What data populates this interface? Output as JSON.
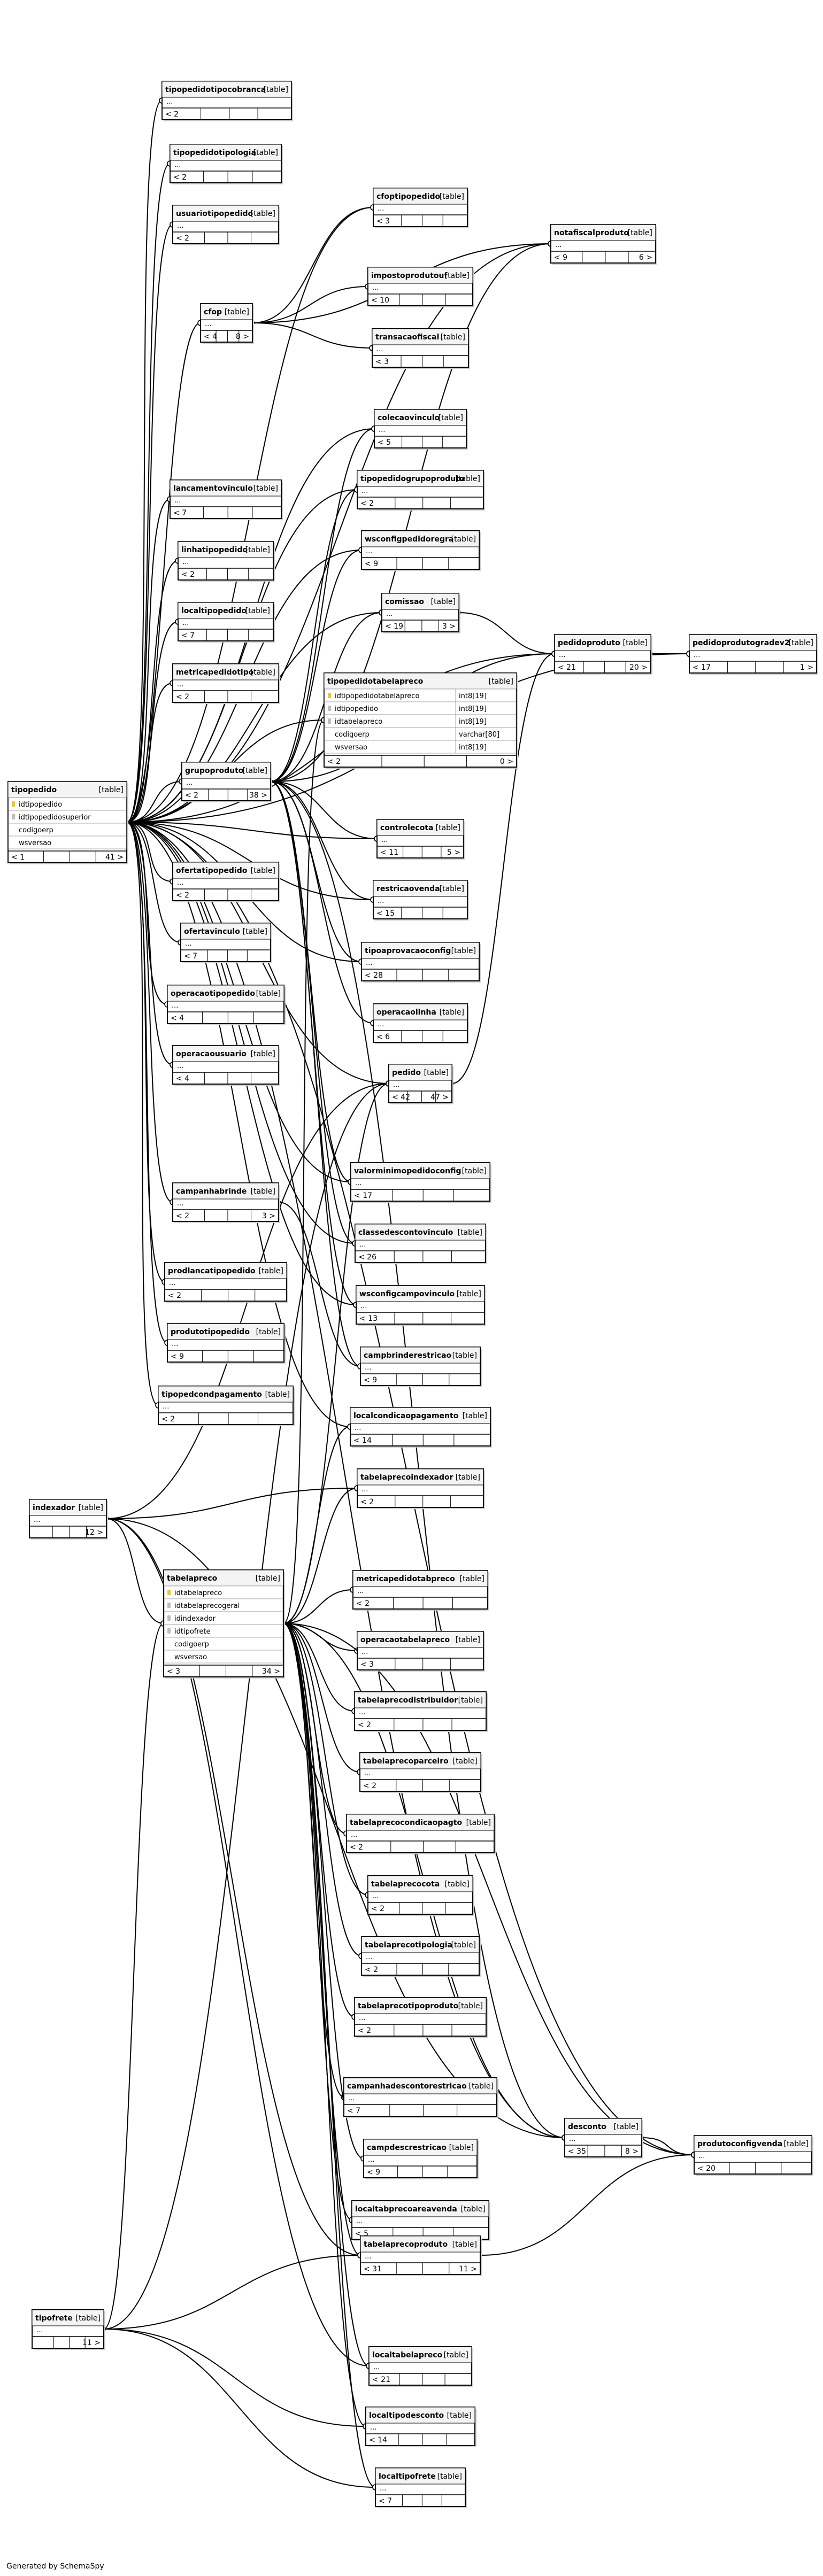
{
  "diagram": {
    "footer": "Generated by SchemaSpy",
    "table_tag": "[table]",
    "tables": [
      {
        "id": "tipopedidotipocobranca",
        "name": "tipopedidotipocobranca",
        "parents": "< 2",
        "children": "",
        "columns": []
      },
      {
        "id": "tipopedidotipologia",
        "name": "tipopedidotipologia",
        "parents": "< 2",
        "children": "",
        "columns": []
      },
      {
        "id": "usuariotipopedido",
        "name": "usuariotipopedido",
        "parents": "< 2",
        "children": "",
        "columns": []
      },
      {
        "id": "cfop",
        "name": "cfop",
        "parents": "< 4",
        "children": "8 >",
        "columns": []
      },
      {
        "id": "cfoptipopedido",
        "name": "cfoptipopedido",
        "parents": "< 3",
        "children": "",
        "columns": []
      },
      {
        "id": "impostoprodutouf",
        "name": "impostoprodutouf",
        "parents": "< 10",
        "children": "",
        "columns": []
      },
      {
        "id": "transacaofiscal",
        "name": "transacaofiscal",
        "parents": "< 3",
        "children": "",
        "columns": []
      },
      {
        "id": "notafiscalproduto",
        "name": "notafiscalproduto",
        "parents": "< 9",
        "children": "6 >",
        "columns": []
      },
      {
        "id": "colecaovinculo",
        "name": "colecaovinculo",
        "parents": "< 5",
        "children": "",
        "columns": []
      },
      {
        "id": "tipopedidogrupoproduto",
        "name": "tipopedidogrupoproduto",
        "parents": "< 2",
        "children": "",
        "columns": []
      },
      {
        "id": "lancamentovinculo",
        "name": "lancamentovinculo",
        "parents": "< 7",
        "children": "",
        "columns": []
      },
      {
        "id": "wsconfigpedidoregra",
        "name": "wsconfigpedidoregra",
        "parents": "< 9",
        "children": "",
        "columns": []
      },
      {
        "id": "linhatipopedido",
        "name": "linhatipopedido",
        "parents": "< 2",
        "children": "",
        "columns": []
      },
      {
        "id": "comissao",
        "name": "comissao",
        "parents": "< 19",
        "children": "3 >",
        "columns": []
      },
      {
        "id": "localtipopedido",
        "name": "localtipopedido",
        "parents": "< 7",
        "children": "",
        "columns": []
      },
      {
        "id": "pedidoproduto",
        "name": "pedidoproduto",
        "parents": "< 21",
        "children": "20 >",
        "columns": []
      },
      {
        "id": "pedidoprodutogradev2",
        "name": "pedidoprodutogradev2",
        "parents": "< 17",
        "children": "1 >",
        "columns": []
      },
      {
        "id": "metricapedidotipo",
        "name": "metricapedidotipo",
        "parents": "< 2",
        "children": "",
        "columns": []
      },
      {
        "id": "tipopedidotabelapreco",
        "name": "tipopedidotabelapreco",
        "parents": "< 2",
        "children": "0 >",
        "columns": [
          {
            "name": "idtipopedidotabelapreco",
            "type": "int8[19]",
            "key": "pk"
          },
          {
            "name": "idtipopedido",
            "type": "int8[19]",
            "key": "fk"
          },
          {
            "name": "idtabelapreco",
            "type": "int8[19]",
            "key": "fk"
          },
          {
            "name": "codigoerp",
            "type": "varchar[80]",
            "key": ""
          },
          {
            "name": "wsversao",
            "type": "int8[19]",
            "key": ""
          }
        ]
      },
      {
        "id": "tipopedido",
        "name": "tipopedido",
        "parents": "< 1",
        "children": "41 >",
        "columns": [
          {
            "name": "idtipopedido",
            "type": "",
            "key": "pk"
          },
          {
            "name": "idtipopedidosuperior",
            "type": "",
            "key": "fk"
          },
          {
            "name": "codigoerp",
            "type": "",
            "key": ""
          },
          {
            "name": "wsversao",
            "type": "",
            "key": ""
          }
        ]
      },
      {
        "id": "grupoproduto",
        "name": "grupoproduto",
        "parents": "< 2",
        "children": "38 >",
        "columns": []
      },
      {
        "id": "controlecota",
        "name": "controlecota",
        "parents": "< 11",
        "children": "5 >",
        "columns": []
      },
      {
        "id": "ofertatipopedido",
        "name": "ofertatipopedido",
        "parents": "< 2",
        "children": "",
        "columns": []
      },
      {
        "id": "restricaovenda",
        "name": "restricaovenda",
        "parents": "< 15",
        "children": "",
        "columns": []
      },
      {
        "id": "ofertavinculo",
        "name": "ofertavinculo",
        "parents": "< 7",
        "children": "",
        "columns": []
      },
      {
        "id": "tipoaprovacaoconfig",
        "name": "tipoaprovacaoconfig",
        "parents": "< 28",
        "children": "",
        "columns": []
      },
      {
        "id": "operacaotipopedido",
        "name": "operacaotipopedido",
        "parents": "< 4",
        "children": "",
        "columns": []
      },
      {
        "id": "operacaolinha",
        "name": "operacaolinha",
        "parents": "< 6",
        "children": "",
        "columns": []
      },
      {
        "id": "operacaousuario",
        "name": "operacaousuario",
        "parents": "< 4",
        "children": "",
        "columns": []
      },
      {
        "id": "pedido",
        "name": "pedido",
        "parents": "< 42",
        "children": "47 >",
        "columns": []
      },
      {
        "id": "valorminimopedidoconfig",
        "name": "valorminimopedidoconfig",
        "parents": "< 17",
        "children": "",
        "columns": []
      },
      {
        "id": "campanhabrinde",
        "name": "campanhabrinde",
        "parents": "< 2",
        "children": "3 >",
        "columns": []
      },
      {
        "id": "classedescontovinculo",
        "name": "classedescontovinculo",
        "parents": "< 26",
        "children": "",
        "columns": []
      },
      {
        "id": "prodlancatipopedido",
        "name": "prodlancatipopedido",
        "parents": "< 2",
        "children": "",
        "columns": []
      },
      {
        "id": "wsconfigcampovinculo",
        "name": "wsconfigcampovinculo",
        "parents": "< 13",
        "children": "",
        "columns": []
      },
      {
        "id": "produtotipopedido",
        "name": "produtotipopedido",
        "parents": "< 9",
        "children": "",
        "columns": []
      },
      {
        "id": "campbrinderestricao",
        "name": "campbrinderestricao",
        "parents": "< 9",
        "children": "",
        "columns": []
      },
      {
        "id": "tipopedcondpagamento",
        "name": "tipopedcondpagamento",
        "parents": "< 2",
        "children": "",
        "columns": []
      },
      {
        "id": "localcondicaopagamento",
        "name": "localcondicaopagamento",
        "parents": "< 14",
        "children": "",
        "columns": []
      },
      {
        "id": "tabelaprecoindexador",
        "name": "tabelaprecoindexador",
        "parents": "< 2",
        "children": "",
        "columns": []
      },
      {
        "id": "indexador",
        "name": "indexador",
        "parents": "",
        "children": "12 >",
        "columns": []
      },
      {
        "id": "tabelapreco",
        "name": "tabelapreco",
        "parents": "< 3",
        "children": "34 >",
        "columns": [
          {
            "name": "idtabelapreco",
            "type": "",
            "key": "pk"
          },
          {
            "name": "idtabelaprecogeral",
            "type": "",
            "key": "fk"
          },
          {
            "name": "idindexador",
            "type": "",
            "key": "fk"
          },
          {
            "name": "idtipofrete",
            "type": "",
            "key": "fk"
          },
          {
            "name": "codigoerp",
            "type": "",
            "key": ""
          },
          {
            "name": "wsversao",
            "type": "",
            "key": ""
          }
        ]
      },
      {
        "id": "metricapedidotabpreco",
        "name": "metricapedidotabpreco",
        "parents": "< 2",
        "children": "",
        "columns": []
      },
      {
        "id": "operacaotabelapreco",
        "name": "operacaotabelapreco",
        "parents": "< 3",
        "children": "",
        "columns": []
      },
      {
        "id": "tabelaprecodistribuidor",
        "name": "tabelaprecodistribuidor",
        "parents": "< 2",
        "children": "",
        "columns": []
      },
      {
        "id": "tabelaprecoparceiro",
        "name": "tabelaprecoparceiro",
        "parents": "< 2",
        "children": "",
        "columns": []
      },
      {
        "id": "tabelaprecocondicaopagto",
        "name": "tabelaprecocondicaopagto",
        "parents": "< 2",
        "children": "",
        "columns": []
      },
      {
        "id": "tabelaprecocota",
        "name": "tabelaprecocota",
        "parents": "< 2",
        "children": "",
        "columns": []
      },
      {
        "id": "tabelaprecotipologia",
        "name": "tabelaprecotipologia",
        "parents": "< 2",
        "children": "",
        "columns": []
      },
      {
        "id": "tabelaprecotipoproduto",
        "name": "tabelaprecotipoproduto",
        "parents": "< 2",
        "children": "",
        "columns": []
      },
      {
        "id": "campanhadescontorestricao",
        "name": "campanhadescontorestricao",
        "parents": "< 7",
        "children": "",
        "columns": []
      },
      {
        "id": "desconto",
        "name": "desconto",
        "parents": "< 35",
        "children": "8 >",
        "columns": []
      },
      {
        "id": "campdescrestricao",
        "name": "campdescrestricao",
        "parents": "< 9",
        "children": "",
        "columns": []
      },
      {
        "id": "produtoconfigvenda",
        "name": "produtoconfigvenda",
        "parents": "< 20",
        "children": "",
        "columns": []
      },
      {
        "id": "localtabprecoareavenda",
        "name": "localtabprecoareavenda",
        "parents": "< 5",
        "children": "",
        "columns": []
      },
      {
        "id": "tipofrete",
        "name": "tipofrete",
        "parents": "",
        "children": "11 >",
        "columns": []
      },
      {
        "id": "tabelaprecoproduto",
        "name": "tabelaprecoproduto",
        "parents": "< 31",
        "children": "11 >",
        "columns": []
      },
      {
        "id": "localtabelapreco",
        "name": "localtabelapreco",
        "parents": "< 21",
        "children": "",
        "columns": []
      },
      {
        "id": "localtipodesconto",
        "name": "localtipodesconto",
        "parents": "< 14",
        "children": "",
        "columns": []
      },
      {
        "id": "localtipofrete",
        "name": "localtipofrete",
        "parents": "< 7",
        "children": "",
        "columns": []
      }
    ],
    "relationships": [
      [
        "tipopedidotipocobranca",
        "tipopedido"
      ],
      [
        "tipopedidotipologia",
        "tipopedido"
      ],
      [
        "usuariotipopedido",
        "tipopedido"
      ],
      [
        "cfop",
        "tipopedido"
      ],
      [
        "cfoptipopedido",
        "tipopedido"
      ],
      [
        "cfoptipopedido",
        "cfop"
      ],
      [
        "impostoprodutouf",
        "cfop"
      ],
      [
        "transacaofiscal",
        "cfop"
      ],
      [
        "notafiscalproduto",
        "cfop"
      ],
      [
        "notafiscalproduto",
        "tipopedido"
      ],
      [
        "notafiscalproduto",
        "grupoproduto"
      ],
      [
        "colecaovinculo",
        "tipopedido"
      ],
      [
        "colecaovinculo",
        "grupoproduto"
      ],
      [
        "tipopedidogrupoproduto",
        "tipopedido"
      ],
      [
        "tipopedidogrupoproduto",
        "grupoproduto"
      ],
      [
        "lancamentovinculo",
        "tipopedido"
      ],
      [
        "wsconfigpedidoregra",
        "tipopedido"
      ],
      [
        "wsconfigpedidoregra",
        "grupoproduto"
      ],
      [
        "linhatipopedido",
        "tipopedido"
      ],
      [
        "comissao",
        "tipopedido"
      ],
      [
        "comissao",
        "grupoproduto"
      ],
      [
        "localtipopedido",
        "tipopedido"
      ],
      [
        "pedidoproduto",
        "pedido"
      ],
      [
        "pedidoproduto",
        "comissao"
      ],
      [
        "pedidoproduto",
        "grupoproduto"
      ],
      [
        "pedidoproduto",
        "tipopedido"
      ],
      [
        "pedidoprodutogradev2",
        "pedidoproduto"
      ],
      [
        "pedidoprodutogradev2",
        "tipopedido"
      ],
      [
        "metricapedidotipo",
        "tipopedido"
      ],
      [
        "tipopedidotabelapreco",
        "tipopedido"
      ],
      [
        "tipopedidotabelapreco",
        "tabelapreco"
      ],
      [
        "grupoproduto",
        "tipopedido"
      ],
      [
        "controlecota",
        "tipopedido"
      ],
      [
        "controlecota",
        "grupoproduto"
      ],
      [
        "ofertatipopedido",
        "tipopedido"
      ],
      [
        "restricaovenda",
        "tipopedido"
      ],
      [
        "restricaovenda",
        "grupoproduto"
      ],
      [
        "ofertavinculo",
        "tipopedido"
      ],
      [
        "tipoaprovacaoconfig",
        "tipopedido"
      ],
      [
        "tipoaprovacaoconfig",
        "grupoproduto"
      ],
      [
        "operacaotipopedido",
        "tipopedido"
      ],
      [
        "operacaolinha",
        "grupoproduto"
      ],
      [
        "operacaousuario",
        "tipopedido"
      ],
      [
        "pedido",
        "tipopedido"
      ],
      [
        "pedido",
        "tabelapreco"
      ],
      [
        "pedido",
        "indexador"
      ],
      [
        "pedido",
        "tipofrete"
      ],
      [
        "valorminimopedidoconfig",
        "tipopedido"
      ],
      [
        "valorminimopedidoconfig",
        "grupoproduto"
      ],
      [
        "campanhabrinde",
        "tipopedido"
      ],
      [
        "classedescontovinculo",
        "tipopedido"
      ],
      [
        "classedescontovinculo",
        "grupoproduto"
      ],
      [
        "prodlancatipopedido",
        "tipopedido"
      ],
      [
        "wsconfigcampovinculo",
        "tipopedido"
      ],
      [
        "wsconfigcampovinculo",
        "grupoproduto"
      ],
      [
        "produtotipopedido",
        "tipopedido"
      ],
      [
        "campbrinderestricao",
        "campanhabrinde"
      ],
      [
        "campbrinderestricao",
        "grupoproduto"
      ],
      [
        "tipopedcondpagamento",
        "tipopedido"
      ],
      [
        "localcondicaopagamento",
        "tipopedido"
      ],
      [
        "localcondicaopagamento",
        "tabelapreco"
      ],
      [
        "tabelaprecoindexador",
        "indexador"
      ],
      [
        "tabelaprecoindexador",
        "tabelapreco"
      ],
      [
        "tabelapreco",
        "indexador"
      ],
      [
        "tabelapreco",
        "tipofrete"
      ],
      [
        "metricapedidotabpreco",
        "tabelapreco"
      ],
      [
        "operacaotabelapreco",
        "tabelapreco"
      ],
      [
        "tabelaprecodistribuidor",
        "tabelapreco"
      ],
      [
        "tabelaprecoparceiro",
        "tabelapreco"
      ],
      [
        "tabelaprecocondicaopagto",
        "tabelapreco"
      ],
      [
        "tabelaprecocota",
        "tabelapreco"
      ],
      [
        "tabelaprecotipologia",
        "tabelapreco"
      ],
      [
        "tabelaprecotipoproduto",
        "tabelapreco"
      ],
      [
        "campanhadescontorestricao",
        "tabelapreco"
      ],
      [
        "desconto",
        "tabelapreco"
      ],
      [
        "desconto",
        "tipopedido"
      ],
      [
        "desconto",
        "grupoproduto"
      ],
      [
        "desconto",
        "indexador"
      ],
      [
        "campdescrestricao",
        "tabelapreco"
      ],
      [
        "produtoconfigvenda",
        "desconto"
      ],
      [
        "produtoconfigvenda",
        "tabelaprecoproduto"
      ],
      [
        "produtoconfigvenda",
        "tipopedido"
      ],
      [
        "produtoconfigvenda",
        "tabelapreco"
      ],
      [
        "localtabprecoareavenda",
        "tabelapreco"
      ],
      [
        "tabelaprecoproduto",
        "tabelapreco"
      ],
      [
        "tabelaprecoproduto",
        "indexador"
      ],
      [
        "tabelaprecoproduto",
        "tipofrete"
      ],
      [
        "localtabelapreco",
        "tabelapreco"
      ],
      [
        "localtabelapreco",
        "indexador"
      ],
      [
        "localtipodesconto",
        "tabelapreco"
      ],
      [
        "localtipodesconto",
        "tipofrete"
      ],
      [
        "localtipofrete",
        "tipofrete"
      ],
      [
        "localtipofrete",
        "tabelapreco"
      ]
    ]
  }
}
